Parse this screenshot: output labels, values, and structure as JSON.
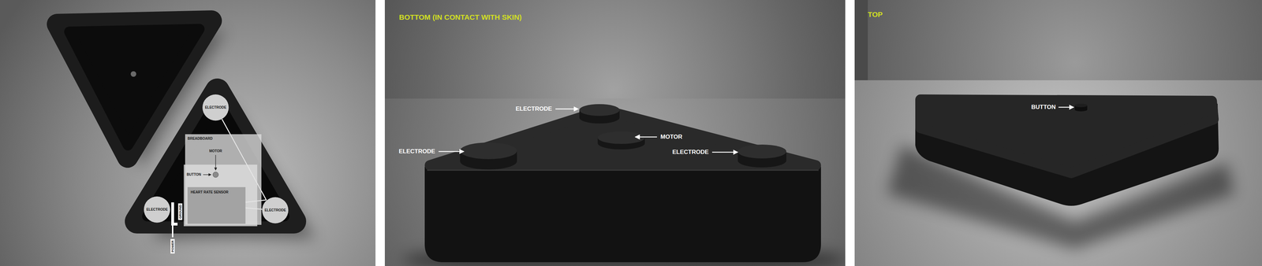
{
  "diagram": {
    "nodes": [
      {
        "text": [
          "ELECTRODE"
        ]
      },
      {
        "text": [
          "BREADBOARD"
        ]
      },
      {
        "text": [
          "HEART RATE SENSOR"
        ],
        "in": 1
      },
      {
        "text": [
          "ELECTRODE"
        ]
      },
      {
        "text": [
          "ELECTRODE"
        ]
      }
    ],
    "edges": [
      {
        "from": 0,
        "to": 2,
        "arrow": "none"
      },
      {
        "from": 4,
        "to": 2,
        "arrow": "none"
      }
    ],
    "labels": [
      "MOTOR",
      "BUTTON",
      "GROUND",
      "POWER",
      "BOTTOM (IN CONTACT WITH SKIN)",
      "ELECTRODE",
      "MOTOR",
      "ELECTRODE",
      "ELECTRODE",
      "TOP",
      "BUTTON"
    ]
  }
}
